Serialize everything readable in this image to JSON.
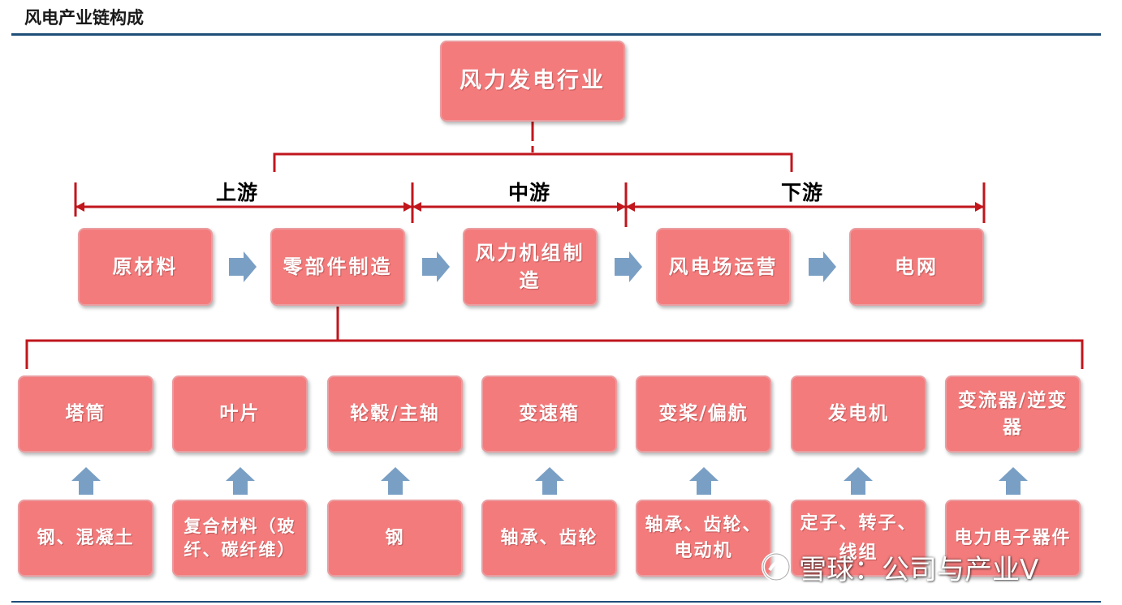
{
  "title": "风电产业链构成",
  "root": "风力发电行业",
  "stages": {
    "upstream": "上游",
    "midstream": "中游",
    "downstream": "下游"
  },
  "chain": [
    "原材料",
    "零部件制造",
    "风力机组制造",
    "风电场运营",
    "电网"
  ],
  "components": [
    "塔筒",
    "叶片",
    "轮毂/主轴",
    "变速箱",
    "变桨/偏航",
    "发电机",
    "变流器/逆变器"
  ],
  "materials": [
    "钢、混凝土",
    "复合材料（玻纤、碳纤维）",
    "钢",
    "轴承、齿轮",
    "轴承、齿轮、电动机",
    "定子、转子、线组",
    "电力电子器件"
  ],
  "watermark": "雪球：公司与产业V",
  "colors": {
    "box_fill": "#f47b7c",
    "box_border": "#ea9da0",
    "bracket": "#c0161c",
    "arrow": "#7a9fc4",
    "rule": "#1f4e79"
  }
}
